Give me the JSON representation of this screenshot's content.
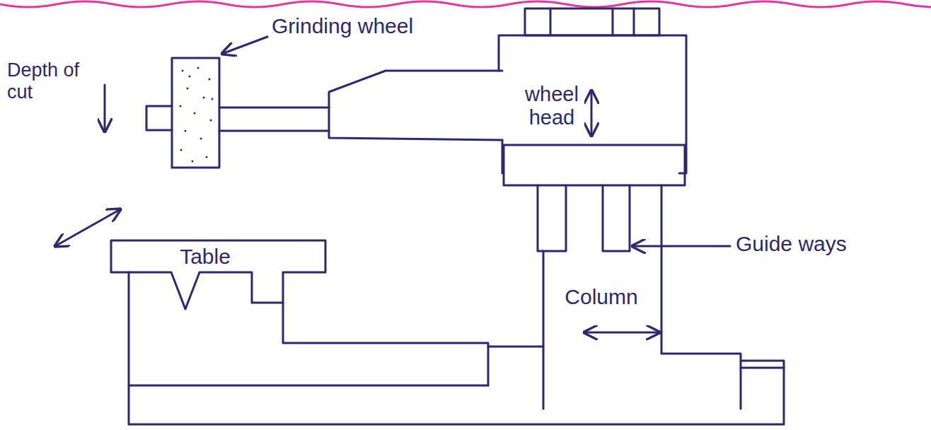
{
  "diagram": {
    "nodes": [
      {
        "text": [
          "wheel head"
        ]
      },
      {
        "text": [
          "Table"
        ]
      },
      {
        "text": [
          "Column"
        ]
      }
    ],
    "labels": [
      "Depth of cut",
      "Grinding wheel",
      "Guide ways"
    ]
  }
}
